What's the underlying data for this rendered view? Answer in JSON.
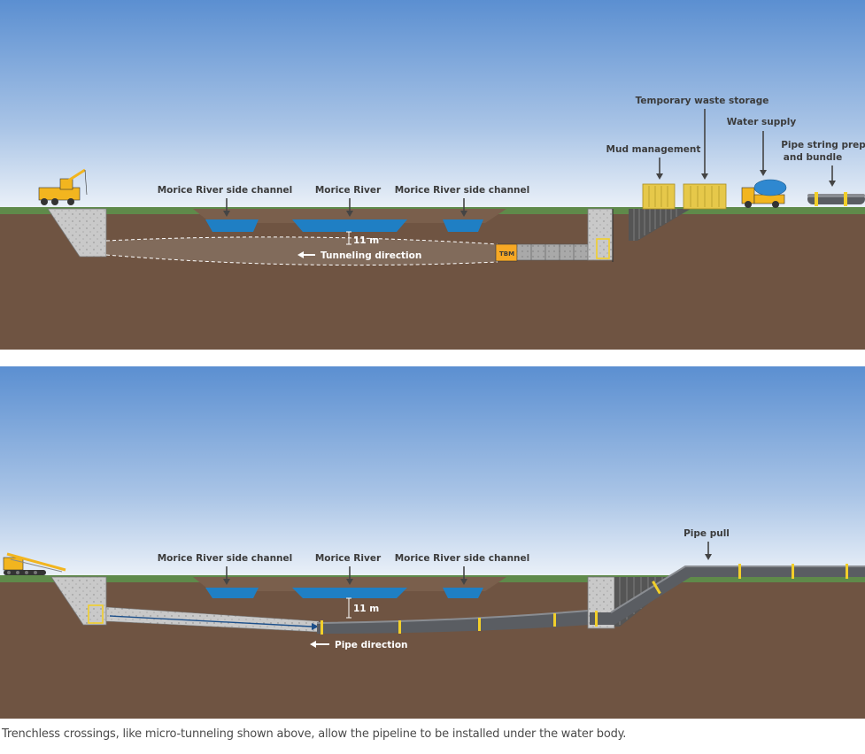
{
  "top_panel": {
    "labels": {
      "side_channel_left": "Morice River side channel",
      "river": "Morice River",
      "side_channel_right": "Morice River side channel",
      "depth": "11 m",
      "direction": "Tunneling direction",
      "tbm": "TBM",
      "mud": "Mud management",
      "waste": "Temporary waste storage",
      "water": "Water supply",
      "pipe_prep_1": "Pipe string prep",
      "pipe_prep_2": "and bundle"
    }
  },
  "bottom_panel": {
    "labels": {
      "side_channel_left": "Morice River side channel",
      "river": "Morice River",
      "side_channel_right": "Morice River side channel",
      "depth": "11 m",
      "direction": "Pipe direction",
      "pipe_pull": "Pipe pull"
    }
  },
  "caption": "Trenchless crossings, like micro-tunneling shown above, allow the pipeline to be installed under the water body.",
  "colors": {
    "sky_top": "#5b8fd1",
    "sky_bottom": "#e8f0f8",
    "soil": "#6f5442",
    "grass": "#5f8a4a",
    "water": "#1f7fc4",
    "concrete": "#c9c9c9",
    "pipe": "#55585c",
    "yellow": "#f2cf2a",
    "label": "#3b3b3b"
  }
}
